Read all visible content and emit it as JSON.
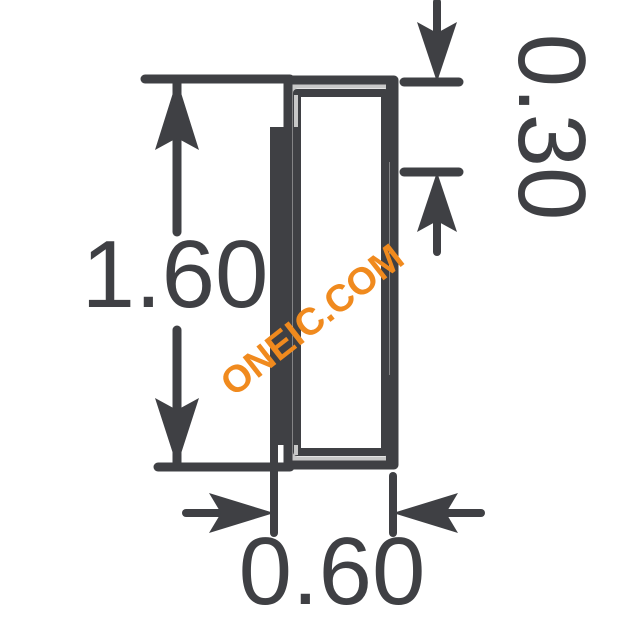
{
  "drawing": {
    "title": "Component package outline dimension drawing",
    "units_note": "",
    "stroke_color": "#3f4044",
    "highlight_color": "#c8c8c8",
    "background_color": "#ffffff",
    "body_fill": "#ffffff",
    "electrode_fill": "#3f4044"
  },
  "dimensions": {
    "height": {
      "label": "1.60",
      "orientation": "vertical",
      "name": "overall-height"
    },
    "thickness": {
      "label": "0.30",
      "orientation": "vertical-rotated",
      "name": "terminal-band-thickness"
    },
    "width": {
      "label": "0.60",
      "orientation": "horizontal",
      "name": "overall-width"
    }
  },
  "watermark": {
    "text": "ONEIC.COM",
    "color": "#f08a1e",
    "rotation": -38
  }
}
